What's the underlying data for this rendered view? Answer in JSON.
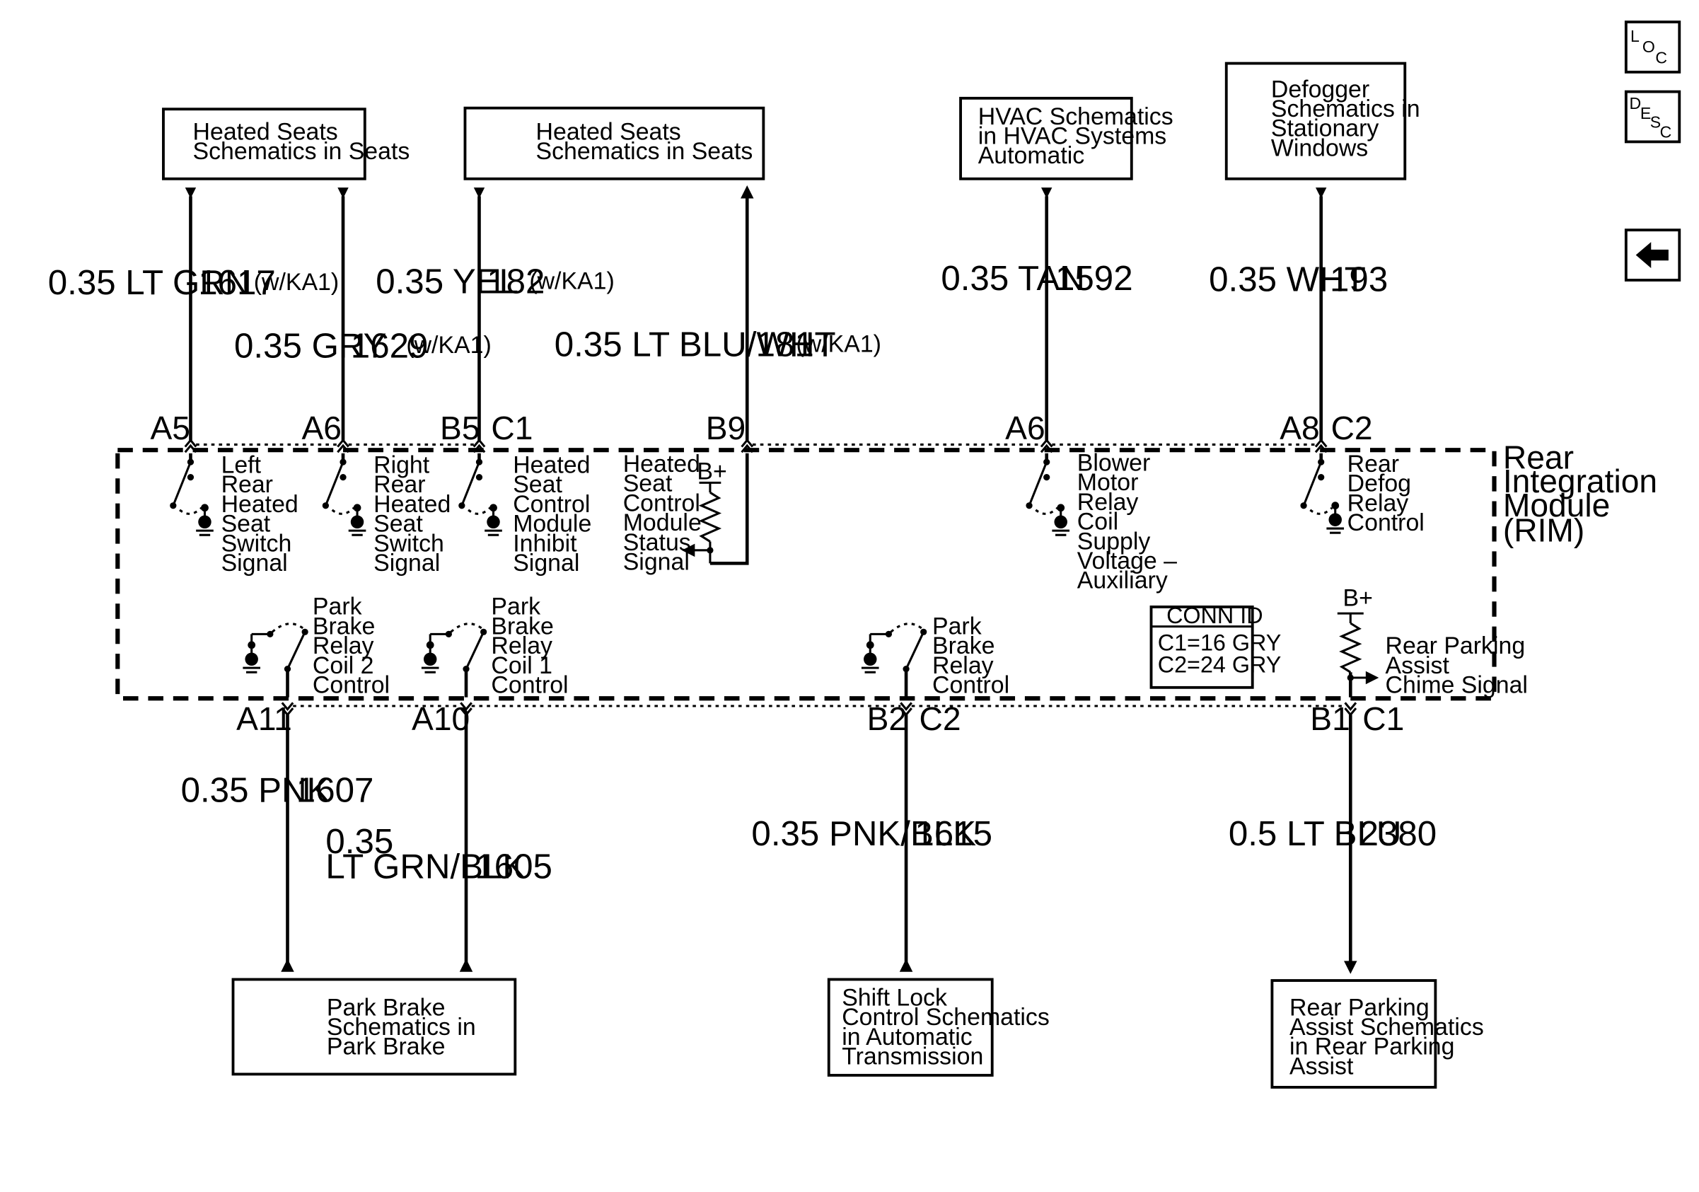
{
  "nav": {
    "loc": {
      "l": "L",
      "o": "O",
      "c": "C"
    },
    "desc": {
      "d": "D",
      "e": "E",
      "s": "S",
      "c": "C"
    },
    "back_icon": "left-arrow-icon"
  },
  "boxes": {
    "heated_seats_left": [
      "Heated Seats",
      "Schematics in Seats"
    ],
    "heated_seats_right": [
      "Heated Seats",
      "Schematics in Seats"
    ],
    "hvac": [
      "HVAC Schematics",
      "in HVAC Systems",
      "Automatic"
    ],
    "defogger": [
      "Defogger",
      "Schematics in",
      "Stationary",
      "Windows"
    ],
    "park_brake": [
      "Park Brake",
      "Schematics in",
      "Park Brake"
    ],
    "shift_lock": [
      "Shift Lock",
      "Control Schematics",
      "in Automatic",
      "Transmission"
    ],
    "rear_parking": [
      "Rear Parking",
      "Assist Schematics",
      "in Rear Parking",
      "Assist"
    ]
  },
  "wires": {
    "w1617": {
      "gauge": "0.35 LT GRN",
      "circuit": "1617",
      "option": "(w/KA1)"
    },
    "w1629": {
      "gauge": "0.35 GRY",
      "circuit": "1629",
      "option": "(w/KA1)"
    },
    "w182": {
      "gauge": "0.35 YEL",
      "circuit": "182",
      "option": "(w/KA1)"
    },
    "w181": {
      "gauge": "0.35 LT BLU/WHT",
      "circuit": "181",
      "option": "(w/KA1)"
    },
    "w1592": {
      "gauge": "0.35 TAN",
      "circuit": "1592"
    },
    "w193": {
      "gauge": "0.35 WHT",
      "circuit": "193"
    },
    "w1607": {
      "gauge": "0.35 PNK",
      "circuit": "1607"
    },
    "w1605": {
      "gauge_line1": "0.35",
      "gauge_line2": "LT GRN/BLK",
      "circuit": "1605"
    },
    "w1615": {
      "gauge": "0.35 PNK/BLK",
      "circuit": "1615"
    },
    "w2380": {
      "gauge": "0.5 LT BLU",
      "circuit": "2380"
    }
  },
  "pins": {
    "a5": "A5",
    "a6_left": "A6",
    "b5": "B5",
    "c1_top": "C1",
    "b9": "B9",
    "a6_right": "A6",
    "a8": "A8",
    "c2_top": "C2",
    "a11": "A11",
    "a10": "A10",
    "b2": "B2",
    "c2_bottom": "C2",
    "b1": "B1",
    "c1_bottom": "C1"
  },
  "module": {
    "name": [
      "Rear",
      "Integration",
      "Module",
      "(RIM)"
    ]
  },
  "labels": {
    "left_seat": [
      "Left",
      "Rear",
      "Heated",
      "Seat",
      "Switch",
      "Signal"
    ],
    "right_seat": [
      "Right",
      "Rear",
      "Heated",
      "Seat",
      "Switch",
      "Signal"
    ],
    "inhibit": [
      "Heated",
      "Seat",
      "Control",
      "Module",
      "Inhibit",
      "Signal"
    ],
    "status": [
      "Heated",
      "Seat",
      "Control",
      "Module",
      "Status",
      "Signal"
    ],
    "blower": [
      "Blower",
      "Motor",
      "Relay",
      "Coil",
      "Supply",
      "Voltage –",
      "Auxiliary"
    ],
    "defog": [
      "Rear",
      "Defog",
      "Relay",
      "Control"
    ],
    "pb_coil2": [
      "Park",
      "Brake",
      "Relay",
      "Coil 2",
      "Control"
    ],
    "pb_coil1": [
      "Park",
      "Brake",
      "Relay",
      "Coil 1",
      "Control"
    ],
    "pb_relay": [
      "Park",
      "Brake",
      "Relay",
      "Control"
    ],
    "chime": [
      "Rear Parking",
      "Assist",
      "Chime Signal"
    ],
    "bplus": "B+"
  },
  "conn_id": {
    "title": "CONN ID",
    "c1": "C1=16 GRY",
    "c2": "C2=24 GRY"
  }
}
